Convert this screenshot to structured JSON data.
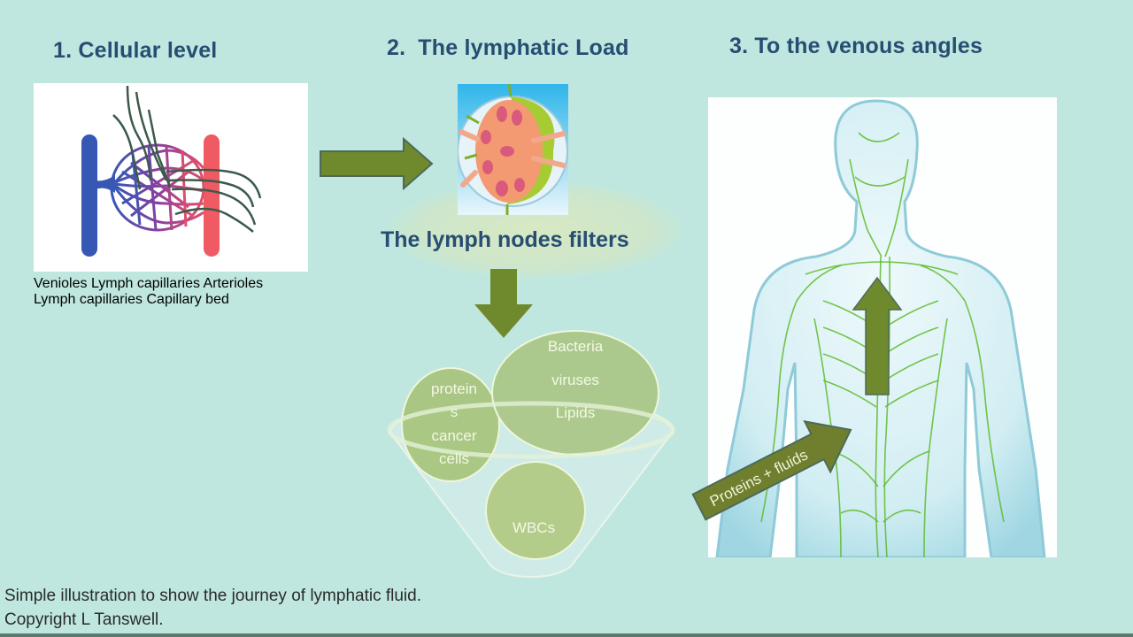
{
  "slide": {
    "background_color": "#bfe7df",
    "heading_color": "#274d72",
    "arrow_color": "#6f8a2c"
  },
  "section1": {
    "title": "1. Cellular level",
    "diagram": {
      "labels": {
        "venioles": "Venioles",
        "lymph_capillaries_top": "Lymph capillaries",
        "arterioles": "Arterioles",
        "lymph_capillaries_right": "Lymph capillaries",
        "capillary_bed": "Capillary bed"
      },
      "colors": {
        "venule": "#3757b5",
        "arteriole": "#f05a62",
        "lymph": "#3c5a4b"
      }
    }
  },
  "section2": {
    "number": "2.",
    "title": "The lymphatic Load",
    "image_subject": "lymph-node-cross-section",
    "filter_label": "The lymph nodes filters",
    "funnel": {
      "circles": [
        {
          "name": "proteins-cancer",
          "lines": [
            "protein",
            "s",
            "cancer",
            "cells"
          ]
        },
        {
          "name": "bacteria-viruses-lipids",
          "lines": [
            "Bacteria",
            "viruses",
            "Lipids"
          ]
        },
        {
          "name": "wbcs",
          "lines": [
            "WBCs"
          ]
        }
      ]
    }
  },
  "section3": {
    "title": "3. To the venous angles",
    "image_subject": "human-lymphatic-system",
    "arrow_label": "Proteins + fluids"
  },
  "caption": {
    "line1": "Simple illustration to show the journey of lymphatic  fluid.",
    "line2": "Copyright L Tanswell."
  }
}
